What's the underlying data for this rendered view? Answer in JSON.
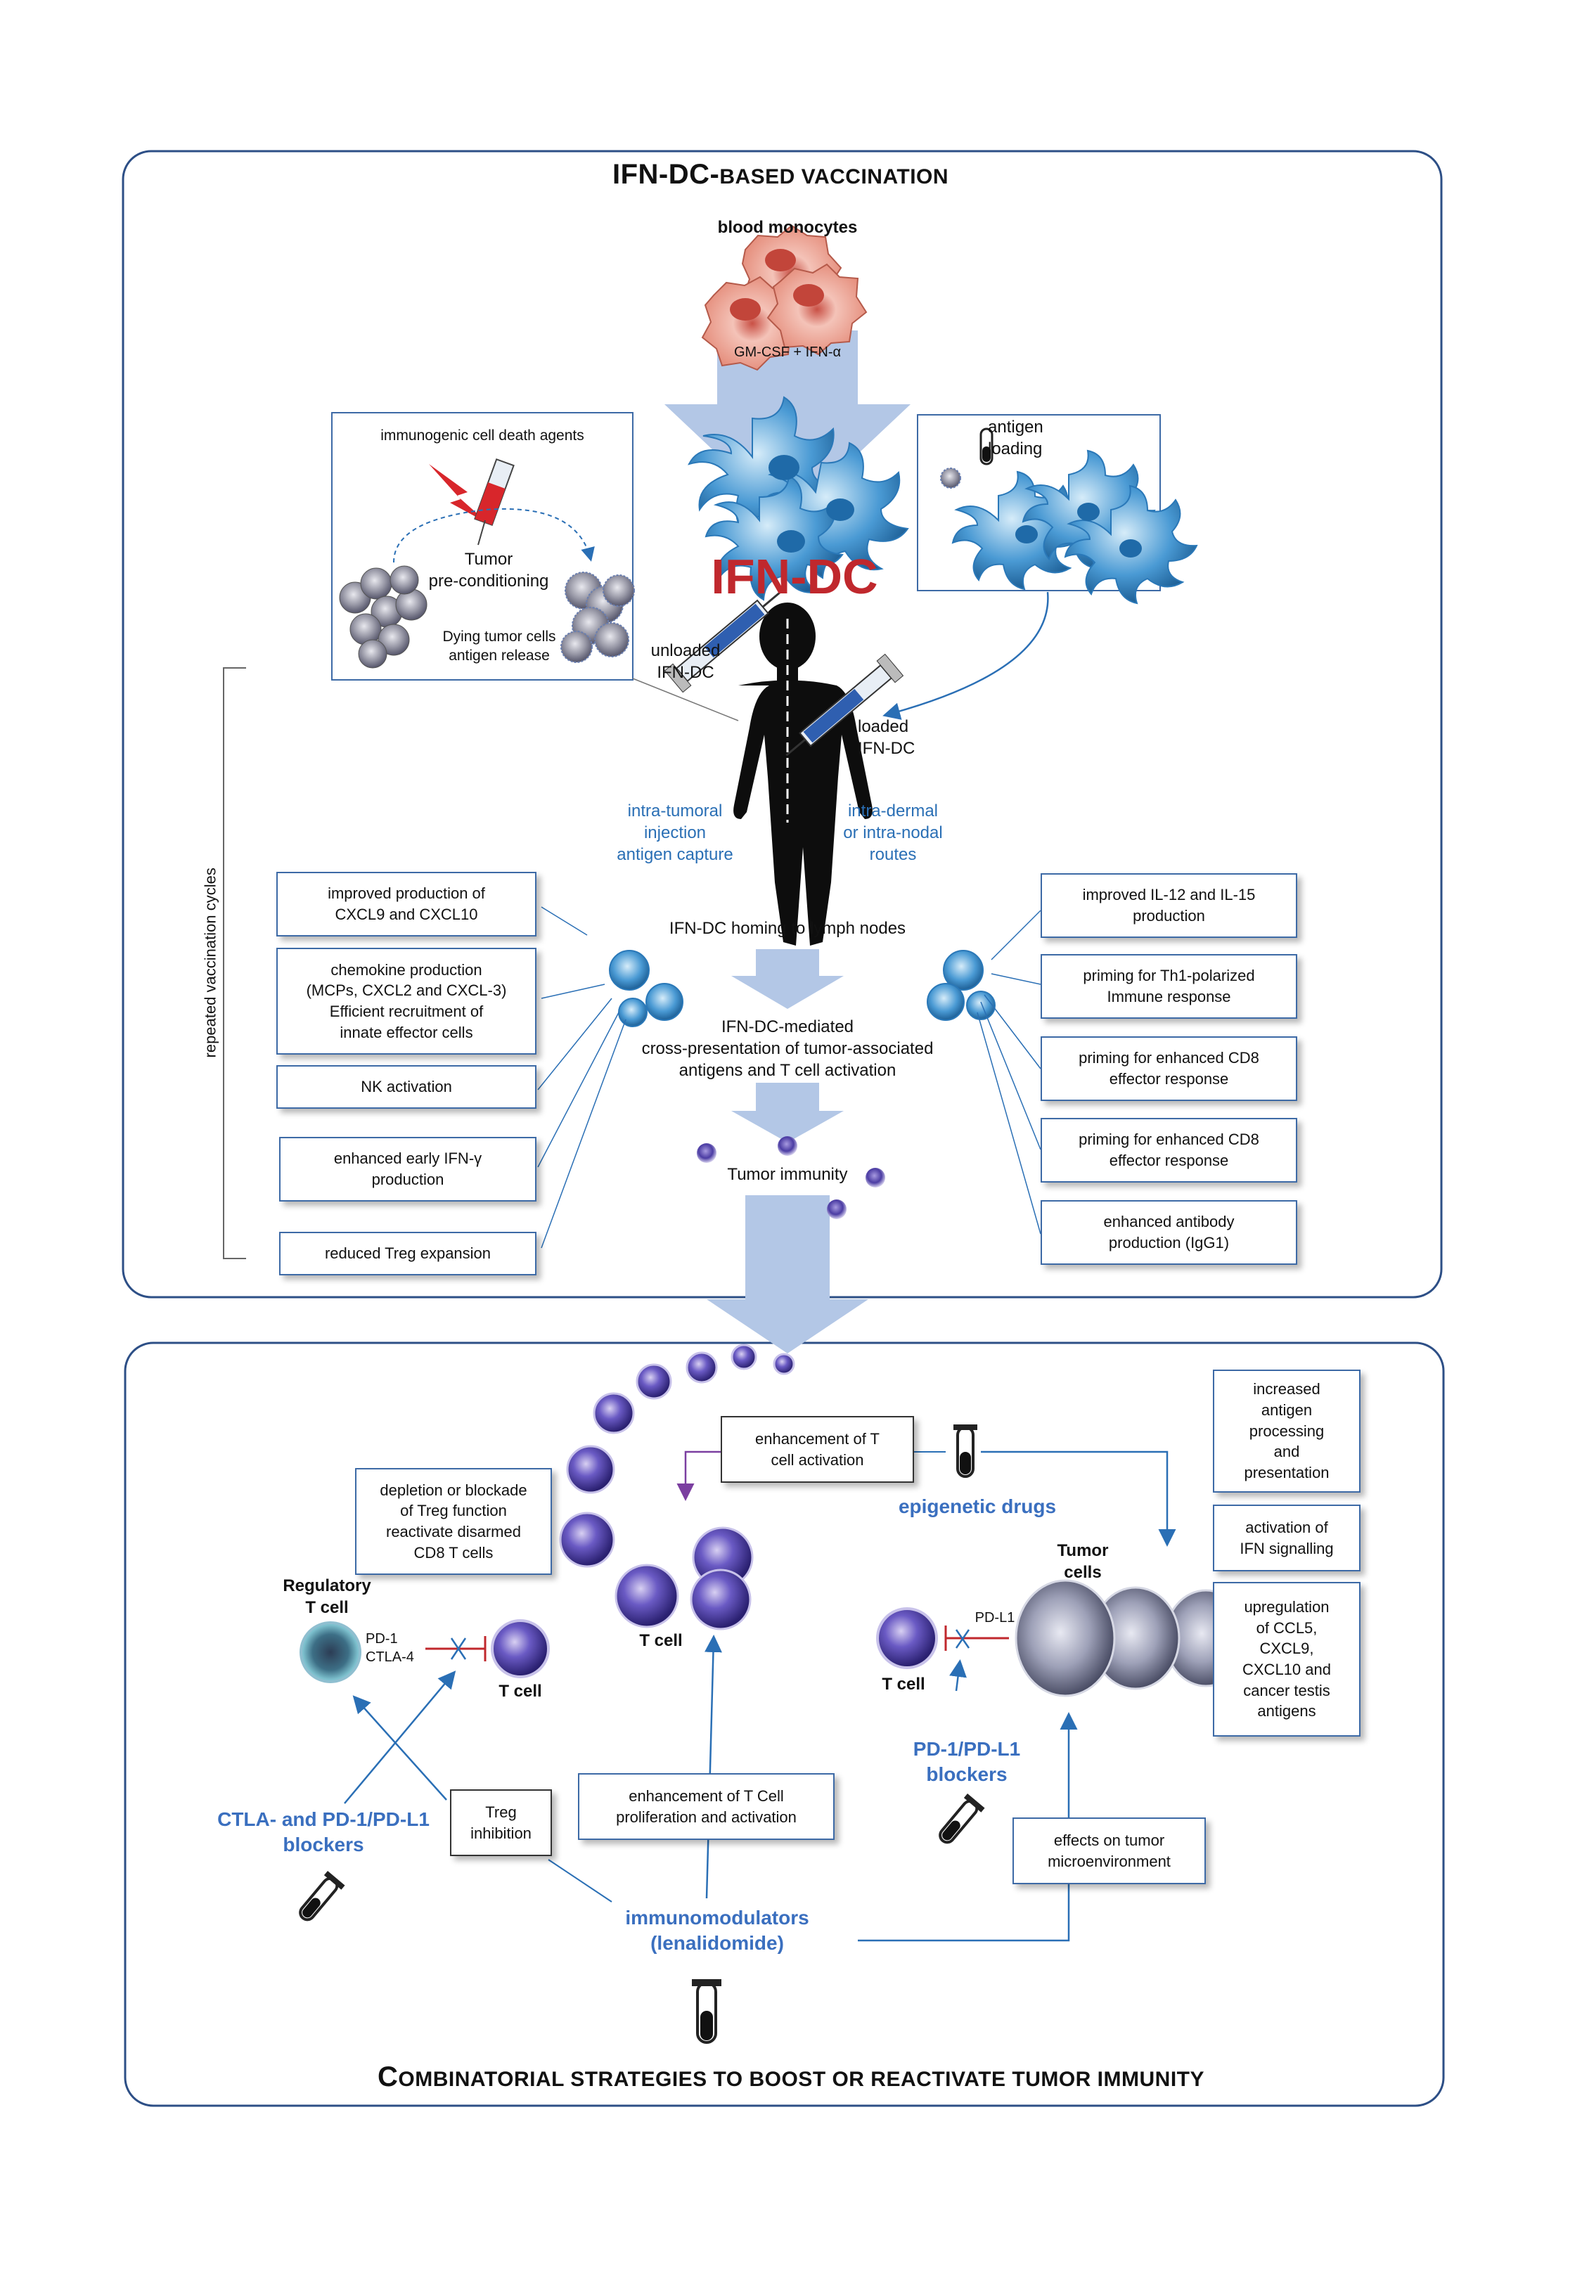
{
  "section1": {
    "title_lead": "IFN-DC-",
    "title_rest": "BASED VACCINATION",
    "blood_monocytes": "blood monocytes",
    "gm_csf": "GM-CSF + IFN-α",
    "icd_agents": "immunogenic cell death agents",
    "tumor_precond": "Tumor\npre-conditioning",
    "dying_cells": "Dying tumor cells\nantigen release",
    "antigen_loading": "antigen\nloading",
    "ifn_dc": "IFN-DC",
    "unloaded": "unloaded\nIFN-DC",
    "loaded": "loaded\nIFN-DC",
    "intratumoral": "intra-tumoral\ninjection\nantigen capture",
    "intradermal": "intra-dermal\nor intra-nodal\nroutes",
    "repeated": "repeated vaccination cycles",
    "homing": "IFN-DC homing to lymph nodes",
    "cross_presentation": "IFN-DC-mediated\ncross-presentation of  tumor-associated\nantigens and T cell activation",
    "tumor_immunity": "Tumor immunity",
    "left_boxes": [
      "improved production of\nCXCL9 and CXCL10",
      "chemokine production\n(MCPs, CXCL2 and CXCL-3)\nEfficient recruitment of\ninnate effector cells",
      "NK activation",
      "enhanced early IFN-γ\nproduction",
      "reduced Treg expansion"
    ],
    "right_boxes": [
      "improved IL-12 and IL-15\nproduction",
      "priming for Th1-polarized\nImmune response",
      "priming for enhanced CD8\neffector response",
      "priming for enhanced CD8\neffector response",
      "enhanced antibody\nproduction (IgG1)"
    ]
  },
  "section2": {
    "title_lead": "C",
    "title_rest": "OMBINATORIAL STRATEGIES TO BOOST OR REACTIVATE TUMOR IMMUNITY",
    "enhancement_t": "enhancement of T\ncell activation",
    "epigenetic": "epigenetic drugs",
    "depletion": "depletion or blockade\nof Treg function\nreactivate disarmed\nCD8 T cells",
    "regulatory": "Regulatory\nT cell",
    "pd1_ctla4": "PD-1\nCTLA-4",
    "t_cell_left": "T cell",
    "t_cell_center": "T cell",
    "t_cell_right": "T cell",
    "tumor_cells": "Tumor\ncells",
    "pdl1": "PD-L1",
    "pd1_blockers": "PD-1/PD-L1\nblockers",
    "ctla_blockers": "CTLA- and PD-1/PD-L1\nblockers",
    "treg_inhibition": "Treg\ninhibition",
    "enhancement_prolif": "enhancement of T Cell\nproliferation and activation",
    "effects_tme": "effects on tumor\nmicroenvironment",
    "immunomodulators": "immunomodulators\n(lenalidomide)",
    "right_boxes": [
      "increased\nantigen\nprocessing\nand\npresentation",
      "activation of\nIFN signalling",
      "upregulation\nof CCL5,\nCXCL9,\nCXCL10 and\ncancer testis\nantigens"
    ]
  },
  "colors": {
    "frame": "#2d4f86",
    "arrow_fill": "#b3c7e6",
    "ifn_dc_red": "#c0282d",
    "link_blue": "#2a6fb5",
    "purple_arrow": "#7b3fa0"
  }
}
